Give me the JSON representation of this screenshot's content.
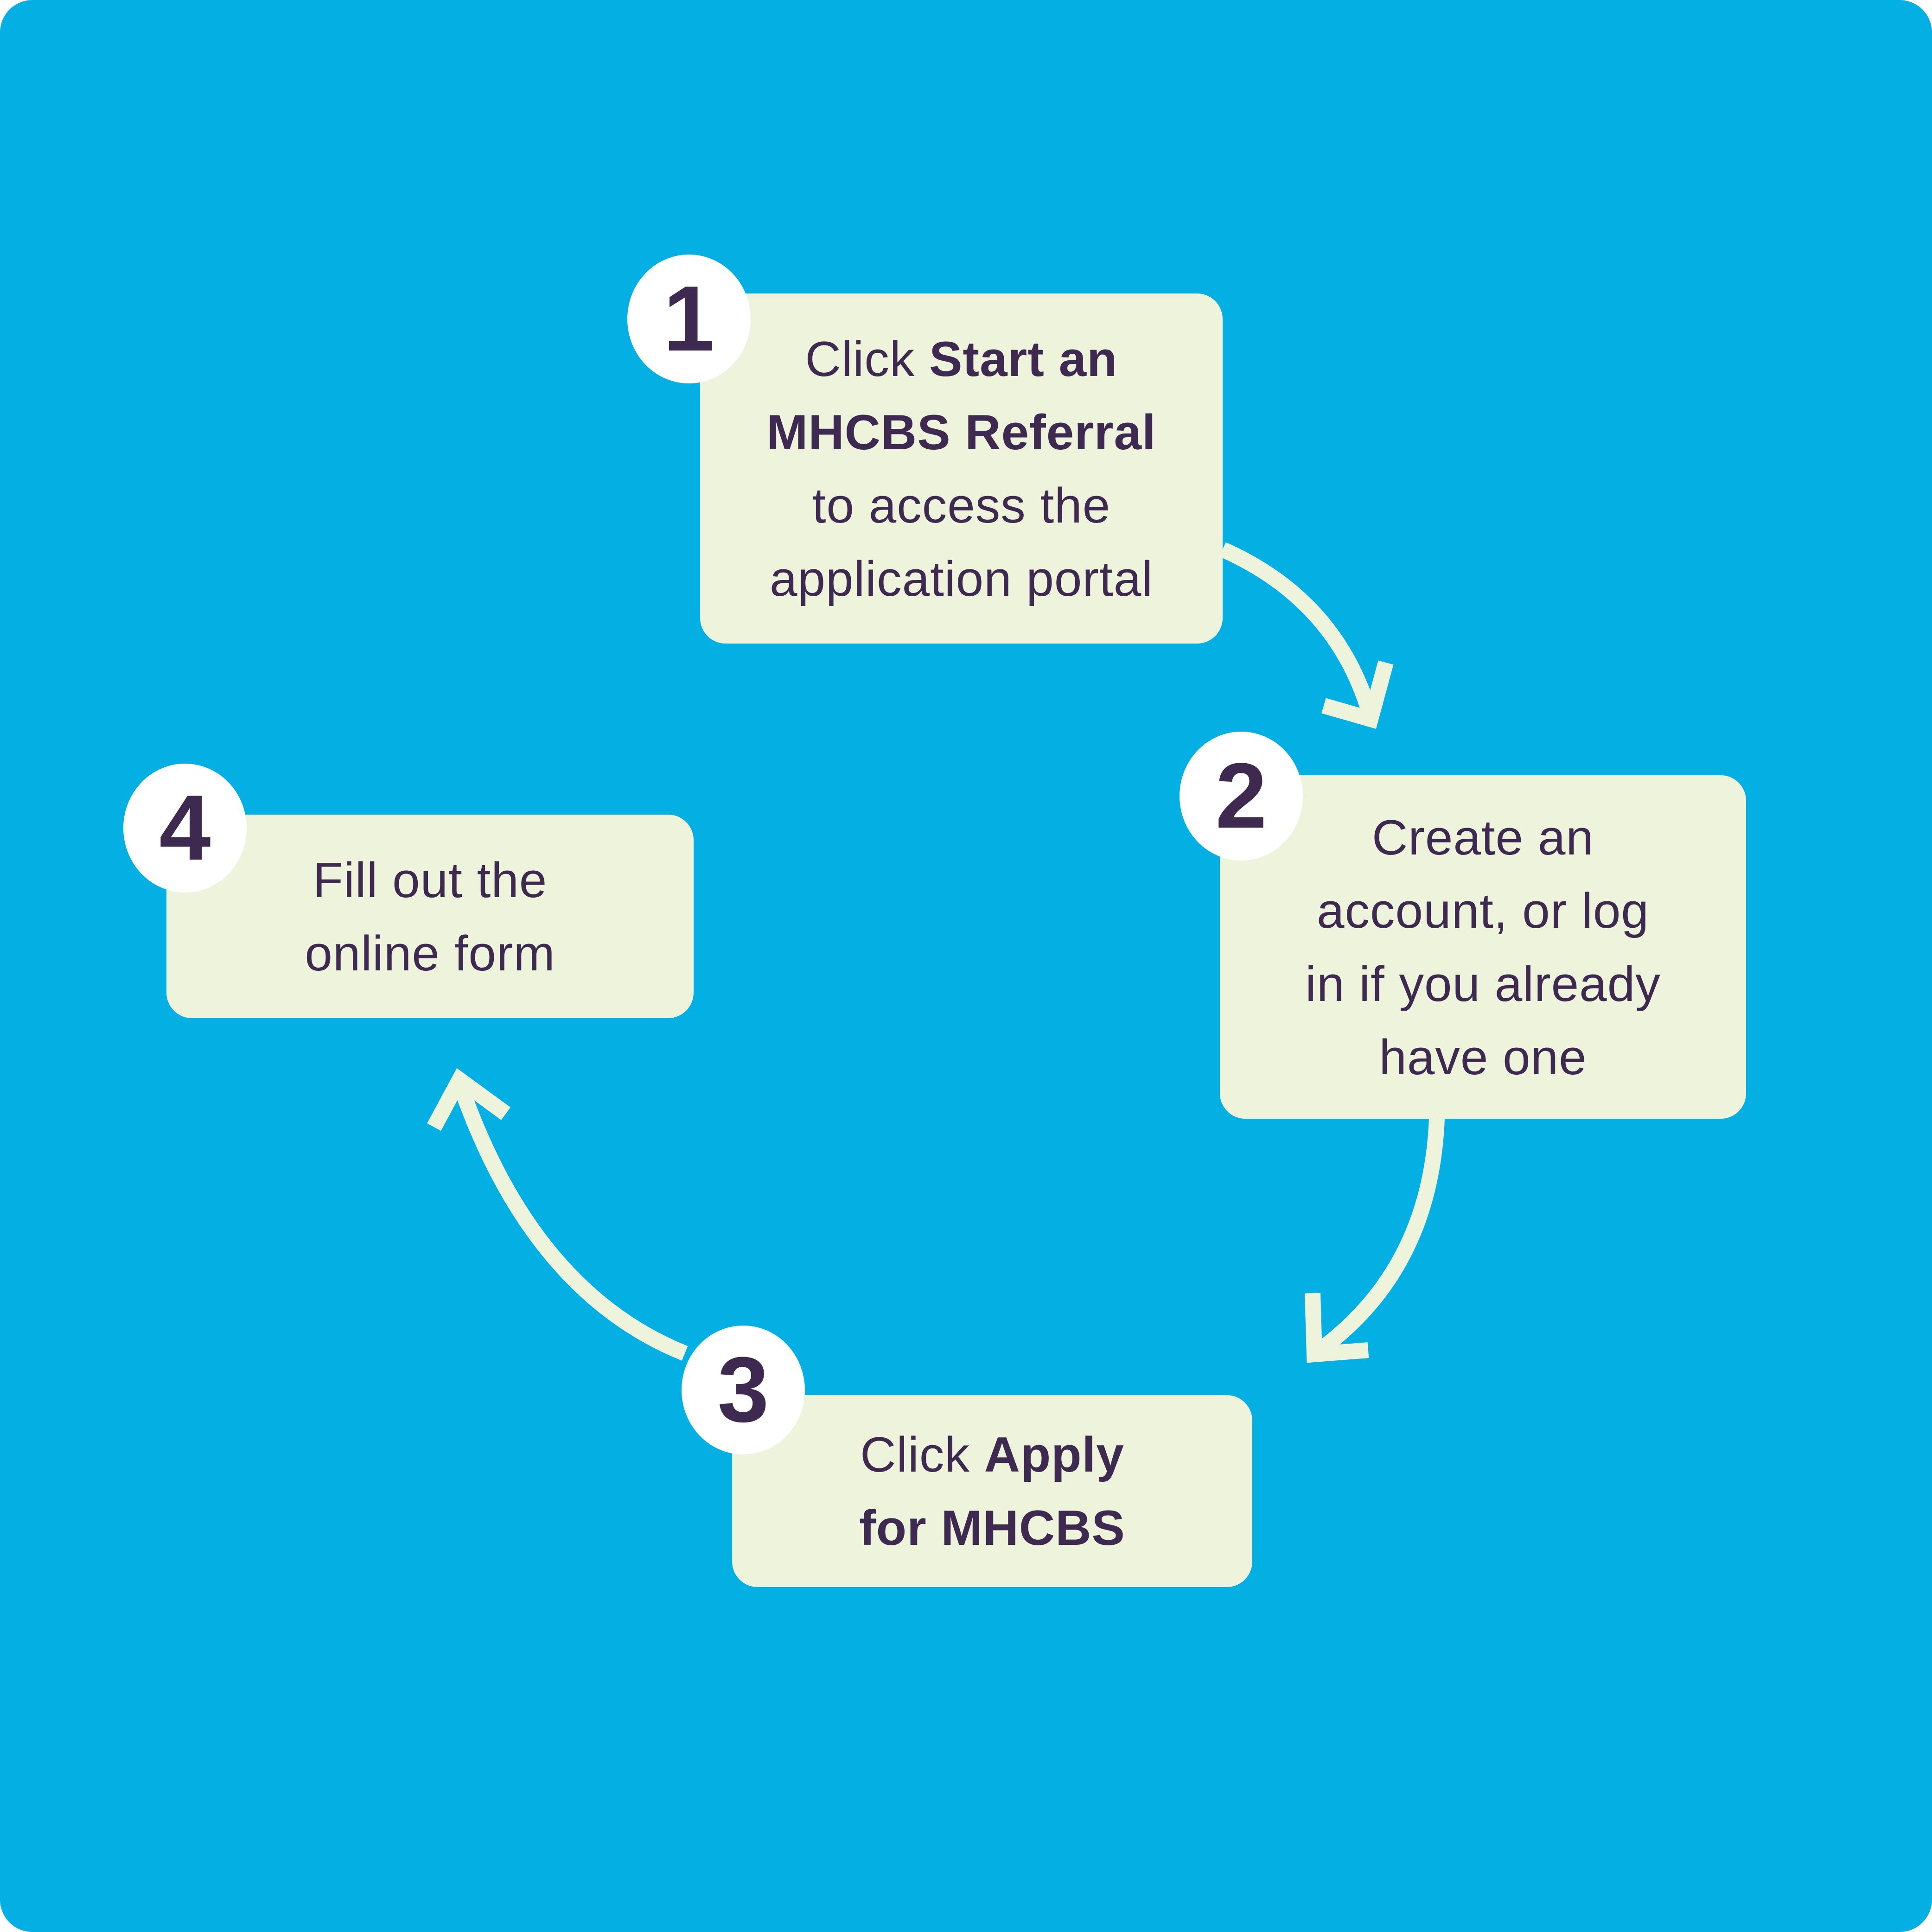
{
  "colors": {
    "background": "#04AFE3",
    "panel": "#EEF3DC",
    "text": "#3E2A51",
    "circle": "#FFFFFF",
    "arrow": "#EEF3DC",
    "page": "#FFFFFF"
  },
  "steps": [
    {
      "number": "1",
      "lines": [
        [
          {
            "t": "Click ",
            "b": false
          },
          {
            "t": "Start an",
            "b": true
          }
        ],
        [
          {
            "t": "MHCBS Referral",
            "b": true
          }
        ],
        [
          {
            "t": "to access the",
            "b": false
          }
        ],
        [
          {
            "t": "application portal",
            "b": false
          }
        ]
      ]
    },
    {
      "number": "2",
      "lines": [
        [
          {
            "t": "Create an",
            "b": false
          }
        ],
        [
          {
            "t": "account, or log",
            "b": false
          }
        ],
        [
          {
            "t": "in if you already",
            "b": false
          }
        ],
        [
          {
            "t": "have one",
            "b": false
          }
        ]
      ]
    },
    {
      "number": "3",
      "lines": [
        [
          {
            "t": "Click ",
            "b": false
          },
          {
            "t": "Apply",
            "b": true
          }
        ],
        [
          {
            "t": "for MHCBS",
            "b": true
          }
        ]
      ]
    },
    {
      "number": "4",
      "lines": [
        [
          {
            "t": "Fill out the",
            "b": false
          }
        ],
        [
          {
            "t": "online form",
            "b": false
          }
        ]
      ]
    }
  ]
}
